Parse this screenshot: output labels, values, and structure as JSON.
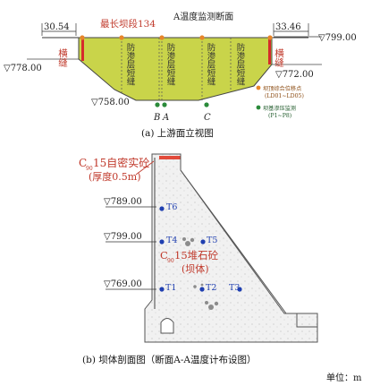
{
  "figure_a": {
    "dim_left": "30.54",
    "dim_right": "33.46",
    "longest_section_label": "最长坝段134",
    "section_label": "A温度监测断面",
    "elev_crest": "▽799.00",
    "elev_left": "▽778.00",
    "elev_right": "▽772.00",
    "elev_bottom": "▽758.00",
    "joint_left": "横缝",
    "joint_right": "横缝",
    "short_joints": [
      "防渗层短缝",
      "防渗层短缝",
      "防渗层短缝",
      "防渗层短缝"
    ],
    "point_B": "B",
    "point_A": "A",
    "point_C": "C",
    "legend_disp": "坝顶综合位移点",
    "legend_disp_sub": "(LD01~LD05)",
    "legend_pres": "坝基渗压监测",
    "legend_pres_sub": "(P1~P8)",
    "caption": "(a) 上游面立视图",
    "colors": {
      "dam_fill": "#c9d44a",
      "joint_red": "#d62b2b",
      "disp_point": "#e8862a",
      "pres_point": "#2a8a3a"
    }
  },
  "figure_b": {
    "concrete_label": "C₉₀15自密实砼",
    "concrete_label_main": "15自密实砼",
    "concrete_label_sub": "(厚度0.5m)",
    "rock_label_main": "15堆石砼",
    "rock_label_sub": "(坝体)",
    "subscript": "90",
    "c_letter": "C",
    "elev_789": "▽789.00",
    "elev_799": "▽799.00",
    "elev_769": "▽769.00",
    "sensors": [
      "T6",
      "T4",
      "T5",
      "T1",
      "T2",
      "T3"
    ],
    "caption": "(b) 坝体剖面图（断面A-A温度计布设图）",
    "unit": "单位：m",
    "colors": {
      "sensor": "#1f3fb0",
      "label_red": "#c0392b"
    }
  }
}
